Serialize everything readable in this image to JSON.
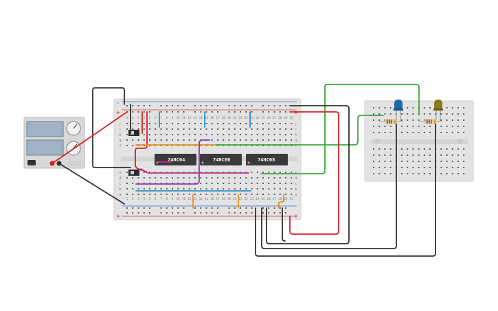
{
  "colors": {
    "background": "#ffffff",
    "breadboard": "#e3e3e3",
    "rail_red": "#d83030",
    "rail_blue": "#3070c8",
    "chip_body": "#3a3a3a",
    "wire_red": "#d42020",
    "wire_black": "#303030",
    "wire_green": "#3aa83a",
    "wire_blue": "#2a8fd0",
    "wire_orange": "#e8901c",
    "wire_purple": "#8a3aa8",
    "wire_magenta": "#c0309a",
    "led_blue": "#1e6aa8",
    "led_yellow": "#8a7a1a"
  },
  "main_board": {
    "chips": [
      {
        "label": "74HC04"
      },
      {
        "label": "74HC86"
      },
      {
        "label": "74HC08"
      }
    ],
    "row_letters_top": [
      "j",
      "i",
      "h",
      "g",
      "f"
    ],
    "row_letters_bottom": [
      "e",
      "d",
      "c",
      "b",
      "a"
    ],
    "column_numbers": [
      "1",
      "2",
      "3",
      "4",
      "5",
      "6",
      "7",
      "8",
      "9",
      "10",
      "11",
      "12",
      "13",
      "14",
      "15",
      "16",
      "17",
      "18",
      "19",
      "20",
      "21",
      "22",
      "23",
      "24",
      "25",
      "26",
      "27",
      "28",
      "29",
      "30"
    ],
    "rail_plus": "+",
    "rail_minus": "-"
  },
  "power_supply": {
    "icon": "power-supply-icon",
    "knob_icon": "knob-icon"
  },
  "small_board": {
    "leds": [
      {
        "icon": "led-icon",
        "color_name": "blue"
      },
      {
        "icon": "led-icon",
        "color_name": "yellow"
      }
    ],
    "resistors": [
      {
        "icon": "resistor-icon"
      },
      {
        "icon": "resistor-icon"
      }
    ]
  }
}
